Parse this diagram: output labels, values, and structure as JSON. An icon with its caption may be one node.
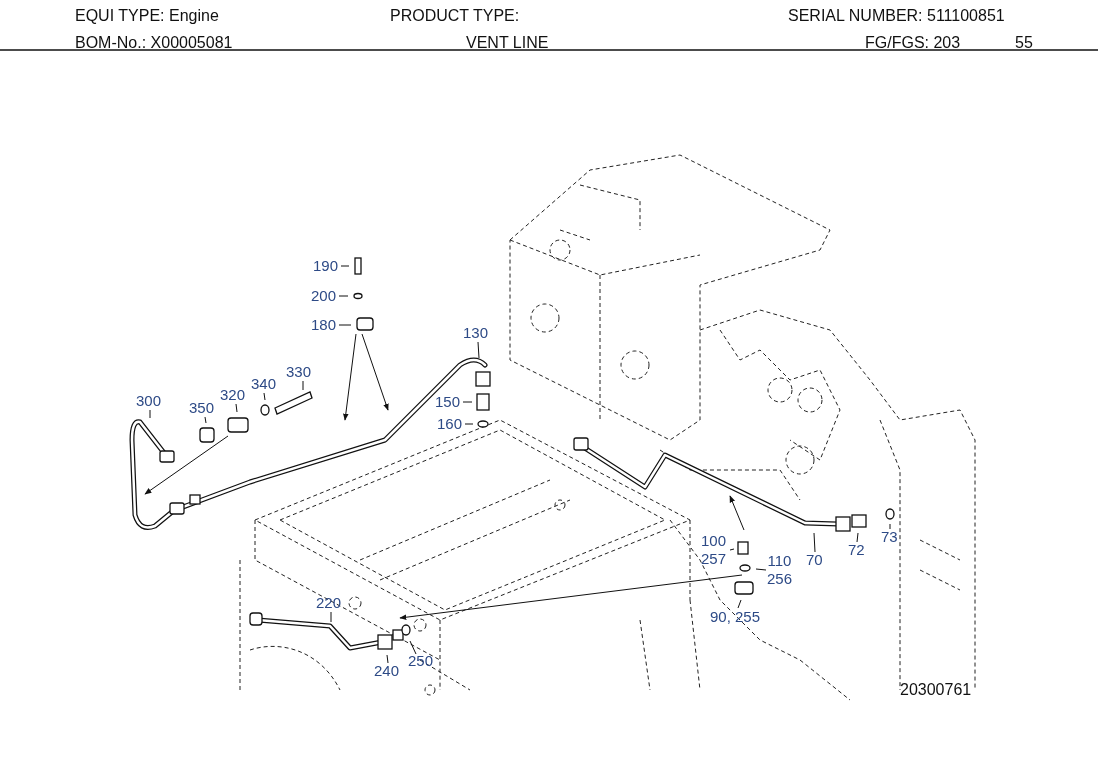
{
  "diagram": {
    "title": "VENT LINE",
    "nodes": [
      {
        "text": [
          "190"
        ]
      },
      {
        "text": [
          "200"
        ]
      },
      {
        "text": [
          "180"
        ]
      },
      {
        "text": [
          "130"
        ]
      },
      {
        "text": [
          "330"
        ]
      },
      {
        "text": [
          "340"
        ]
      },
      {
        "text": [
          "320"
        ]
      },
      {
        "text": [
          "350"
        ]
      },
      {
        "text": [
          "300"
        ]
      },
      {
        "text": [
          "150"
        ]
      },
      {
        "text": [
          "160"
        ]
      },
      {
        "text": [
          "100",
          "257"
        ]
      },
      {
        "text": [
          "110",
          "256"
        ]
      },
      {
        "text": [
          "90, 255"
        ]
      },
      {
        "text": [
          "70"
        ]
      },
      {
        "text": [
          "72"
        ]
      },
      {
        "text": [
          "73"
        ]
      },
      {
        "text": [
          "220"
        ]
      },
      {
        "text": [
          "240"
        ]
      },
      {
        "text": [
          "250"
        ]
      }
    ],
    "edges": [
      {
        "from": 0,
        "to": null,
        "arrow": "none"
      },
      {
        "from": 1,
        "to": null,
        "arrow": "none"
      },
      {
        "from": 2,
        "to": null,
        "arrow": "none"
      },
      {
        "from": 3,
        "to": null,
        "arrow": "none"
      },
      {
        "from": 4,
        "to": null,
        "arrow": "none"
      },
      {
        "from": 5,
        "to": null,
        "arrow": "none"
      },
      {
        "from": 6,
        "to": null,
        "arrow": "none"
      },
      {
        "from": 7,
        "to": null,
        "arrow": "none"
      },
      {
        "from": 8,
        "to": null,
        "arrow": "none"
      },
      {
        "from": 9,
        "to": null,
        "arrow": "none"
      },
      {
        "from": 10,
        "to": null,
        "arrow": "none"
      },
      {
        "from": 11,
        "to": null,
        "arrow": "none"
      },
      {
        "from": 12,
        "to": null,
        "arrow": "none"
      },
      {
        "from": 13,
        "to": null,
        "arrow": "none"
      },
      {
        "from": 14,
        "to": null,
        "arrow": "none"
      },
      {
        "from": 15,
        "to": null,
        "arrow": "none"
      },
      {
        "from": 16,
        "to": null,
        "arrow": "none"
      },
      {
        "from": 17,
        "to": null,
        "arrow": "none"
      },
      {
        "from": 18,
        "to": null,
        "arrow": "none"
      },
      {
        "from": 19,
        "to": null,
        "arrow": "none"
      }
    ],
    "labels": [
      "EQUI TYPE: Engine",
      "PRODUCT TYPE:",
      "SERIAL NUMBER: 511100851",
      "BOM-No.: X00005081",
      "FG/FGS: 203",
      "55",
      "20300761"
    ]
  }
}
